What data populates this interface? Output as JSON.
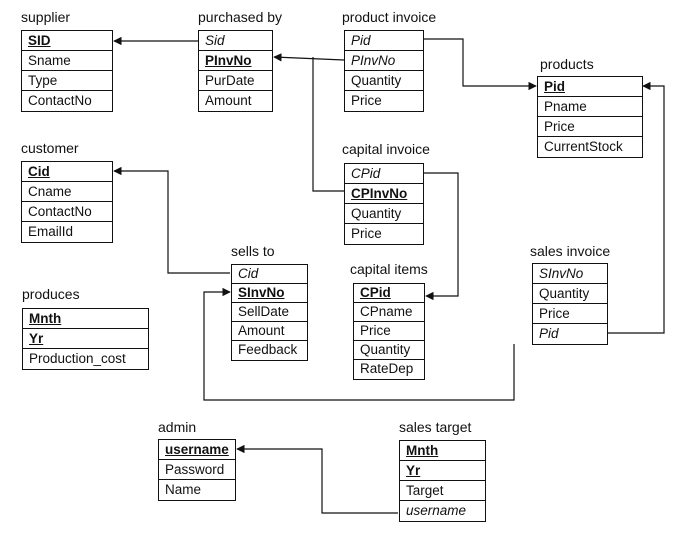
{
  "entities": {
    "supplier": {
      "title": "supplier",
      "rows": [
        "SID",
        "Sname",
        "Type",
        "ContactNo"
      ]
    },
    "purchased_by": {
      "title": "purchased by",
      "rows": [
        "Sid",
        "PInvNo",
        "PurDate",
        "Amount"
      ]
    },
    "product_invoice": {
      "title": "product invoice",
      "rows": [
        "Pid",
        "PInvNo",
        "Quantity",
        "Price"
      ]
    },
    "products": {
      "title": "products",
      "rows": [
        "Pid",
        "Pname",
        "Price",
        "CurrentStock"
      ]
    },
    "customer": {
      "title": "customer",
      "rows": [
        "Cid",
        "Cname",
        "ContactNo",
        "EmailId"
      ]
    },
    "capital_invoice": {
      "title": "capital invoice",
      "rows": [
        "CPid",
        "CPInvNo",
        "Quantity",
        "Price"
      ]
    },
    "sells_to": {
      "title": "sells to",
      "rows": [
        "Cid",
        "SInvNo",
        "SellDate",
        "Amount",
        "Feedback"
      ]
    },
    "capital_items": {
      "title": "capital items",
      "rows": [
        "CPid",
        "CPname",
        "Price",
        "Quantity",
        "RateDep"
      ]
    },
    "sales_invoice": {
      "title": "sales invoice",
      "rows": [
        "SInvNo",
        "Quantity",
        "Price",
        "Pid"
      ]
    },
    "produces": {
      "title": "produces",
      "rows": [
        "Mnth",
        "Yr",
        "Production_cost"
      ]
    },
    "admin": {
      "title": "admin",
      "rows": [
        "username",
        "Password",
        "Name"
      ]
    },
    "sales_target": {
      "title": "sales target",
      "rows": [
        "Mnth",
        "Yr",
        "Target",
        "username"
      ]
    }
  }
}
